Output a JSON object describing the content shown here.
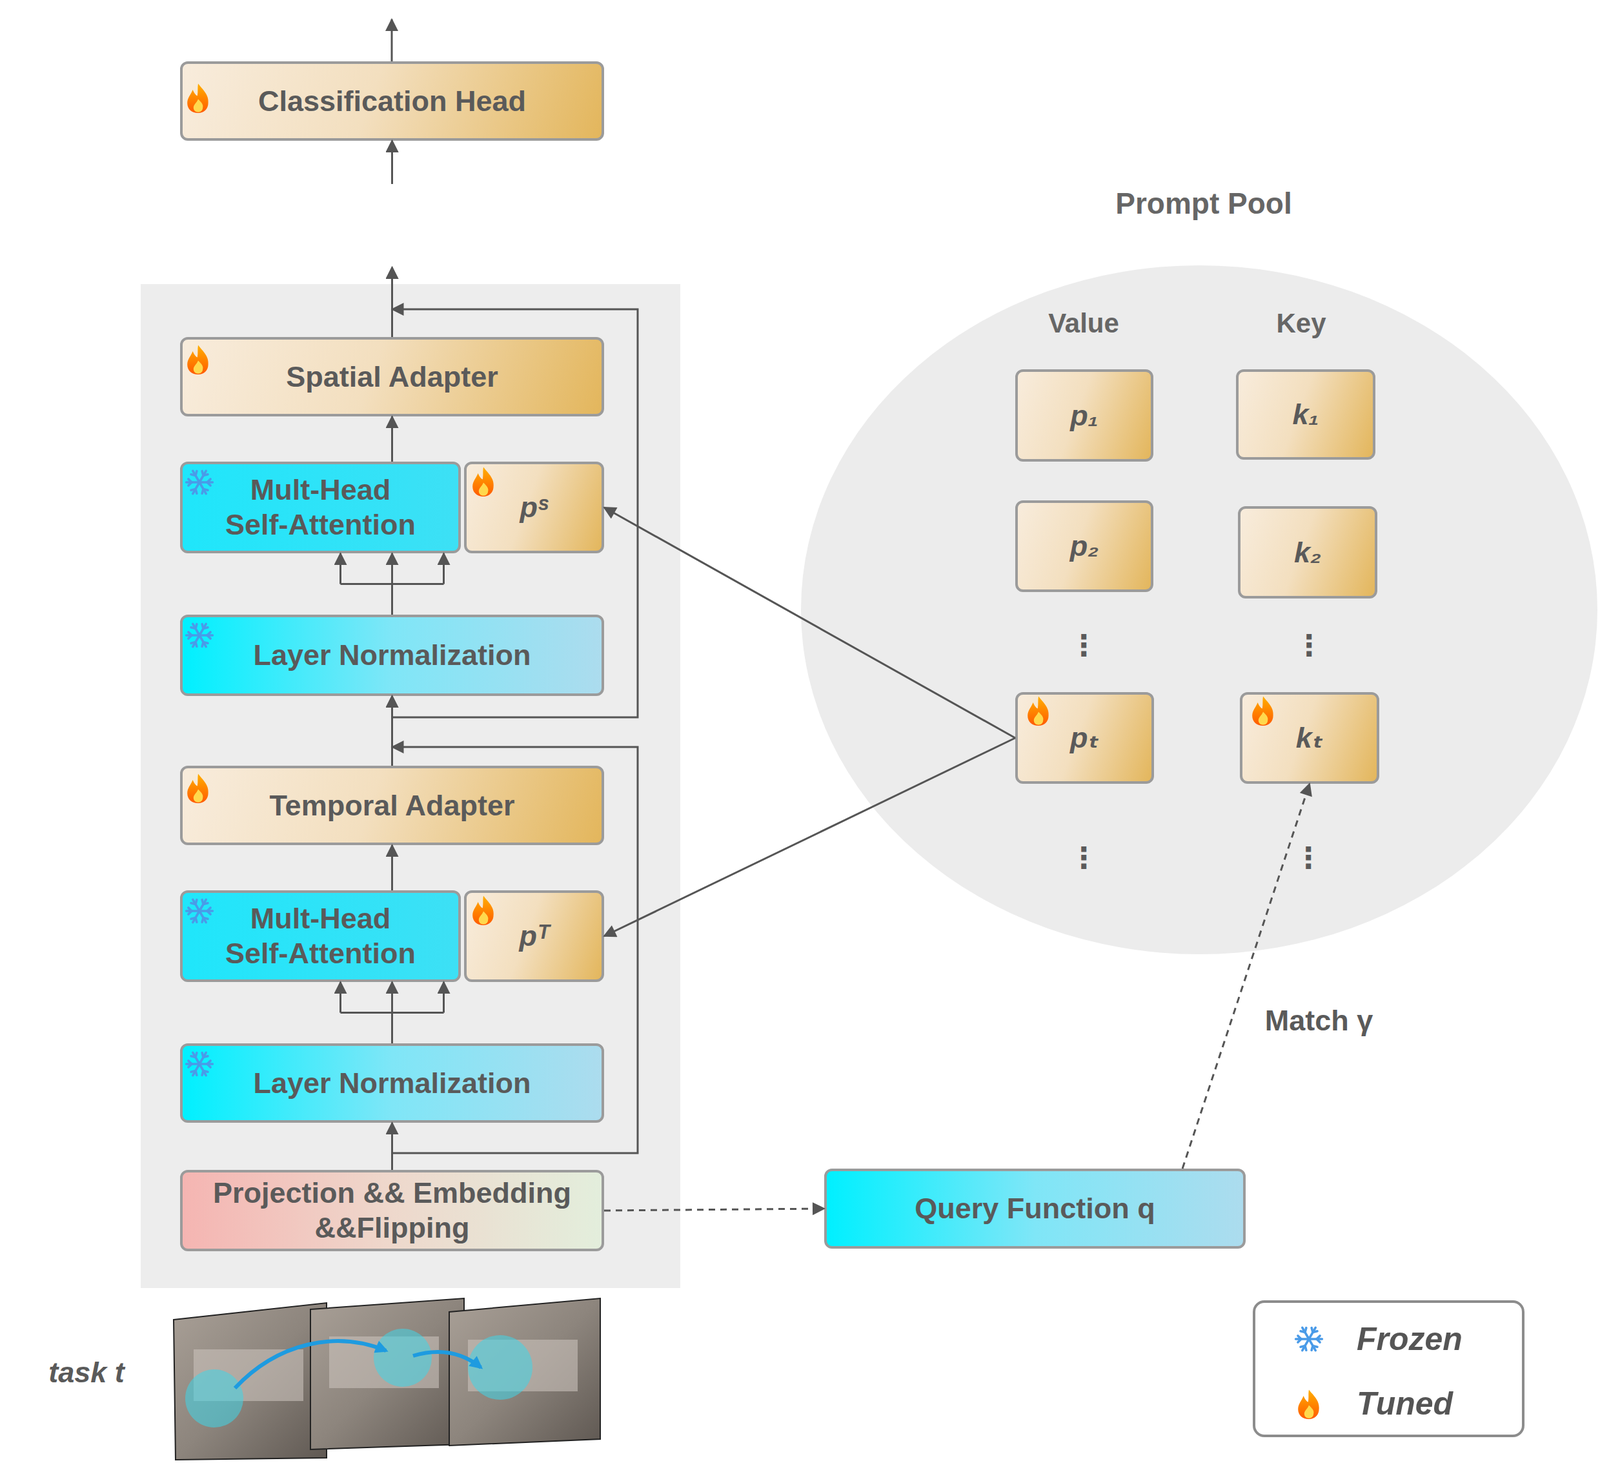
{
  "diagram": {
    "nodes": [
      {
        "text": [
          "Classification Head"
        ]
      },
      {
        "text": [
          "Spatial Adapter"
        ]
      },
      {
        "text": [
          "Mult-Head Self-Attention"
        ]
      },
      {
        "text": [
          "pˢ"
        ]
      },
      {
        "text": [
          "Layer Normalization"
        ]
      },
      {
        "text": [
          "Temporal Adapter"
        ]
      },
      {
        "text": [
          "Mult-Head Self-Attention"
        ]
      },
      {
        "text": [
          "pᵀ"
        ]
      },
      {
        "text": [
          "Layer Normalization"
        ]
      },
      {
        "text": [
          "Projection && Embedding &&Flipping"
        ]
      },
      {
        "text": [
          "Prompt Pool",
          "Value",
          "Key"
        ]
      },
      {
        "text": [
          "p₁"
        ],
        "in": 10
      },
      {
        "text": [
          "k₁"
        ],
        "in": 10
      },
      {
        "text": [
          "p₂"
        ],
        "in": 10
      },
      {
        "text": [
          "k₂"
        ],
        "in": 10
      },
      {
        "text": [
          "pₜ"
        ],
        "in": 10
      },
      {
        "text": [
          "kₜ"
        ],
        "in": 10
      },
      {
        "text": [
          "Query Function q"
        ]
      }
    ],
    "edges": [
      {
        "from": 9,
        "to": 8,
        "arrow": "to"
      },
      {
        "from": 8,
        "to": 6,
        "arrow": "to"
      },
      {
        "from": 6,
        "to": 5,
        "arrow": "to"
      },
      {
        "from": 5,
        "to": 4,
        "arrow": "to"
      },
      {
        "from": 4,
        "to": 2,
        "arrow": "to"
      },
      {
        "from": 2,
        "to": 1,
        "arrow": "to"
      },
      {
        "from": 1,
        "to": 0,
        "arrow": "to"
      },
      {
        "from": 9,
        "to": 4,
        "arrow": "to"
      },
      {
        "from": 5,
        "to": 0,
        "arrow": "to"
      },
      {
        "from": 15,
        "to": 3,
        "arrow": "to"
      },
      {
        "from": 15,
        "to": 7,
        "arrow": "to"
      },
      {
        "from": 9,
        "to": 17,
        "arrow": "to"
      },
      {
        "from": 17,
        "to": 16,
        "label": "Match γ",
        "arrow": "to"
      }
    ],
    "labels": [
      "task t",
      "⋮",
      "⋮",
      "⋮",
      "⋮"
    ],
    "legend": [
      {
        "text": "Frozen"
      },
      {
        "text": "Tuned"
      }
    ]
  }
}
